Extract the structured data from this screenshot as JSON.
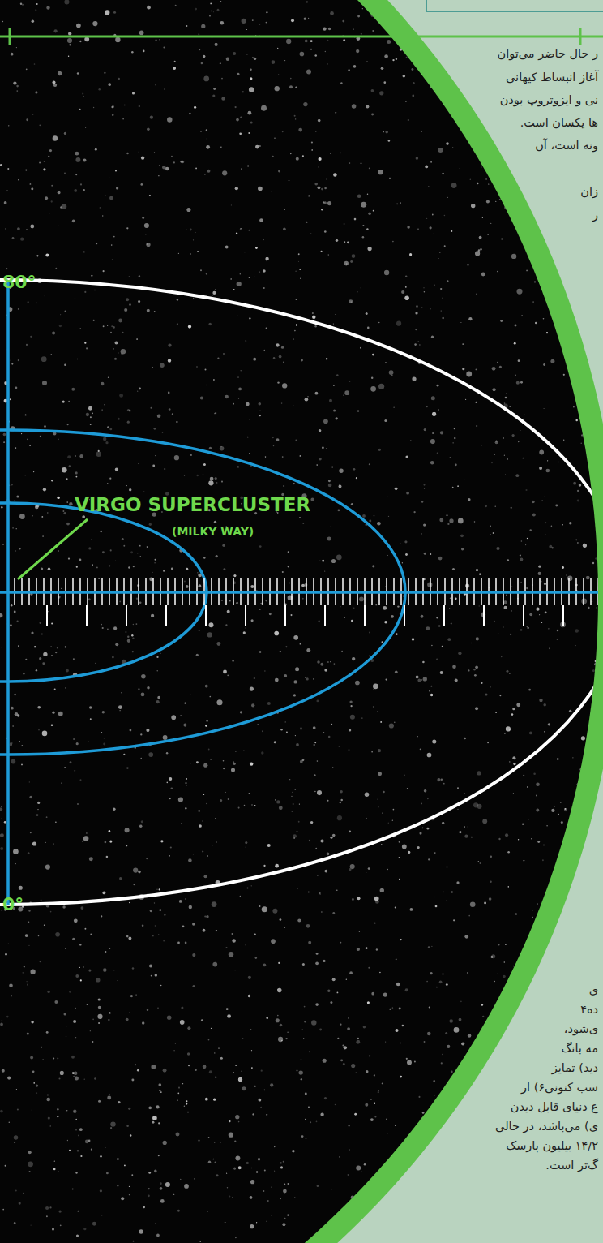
{
  "diagram": {
    "labels": [
      "ر حال حاضر می‌توان",
      "آغاز انبساط کیهانی",
      "نی و ایزوتروپ بودن",
      "ها یکسان است.",
      "ونه است، آن",
      "زان",
      "ر",
      "80°",
      "VIRGO SUPERCLUSTER",
      "(MILKY WAY)",
      "0°",
      "ی",
      "ده۴",
      "ی‌شود،",
      "مه بانگ",
      "دید) تمایز",
      "سب کنونی۶) از",
      "ع دنیای قابل دیدن",
      "ی) می‌باشد، در حالی",
      "۱۴/۲ بیلیون پارسک",
      "گ‌تر است."
    ]
  }
}
